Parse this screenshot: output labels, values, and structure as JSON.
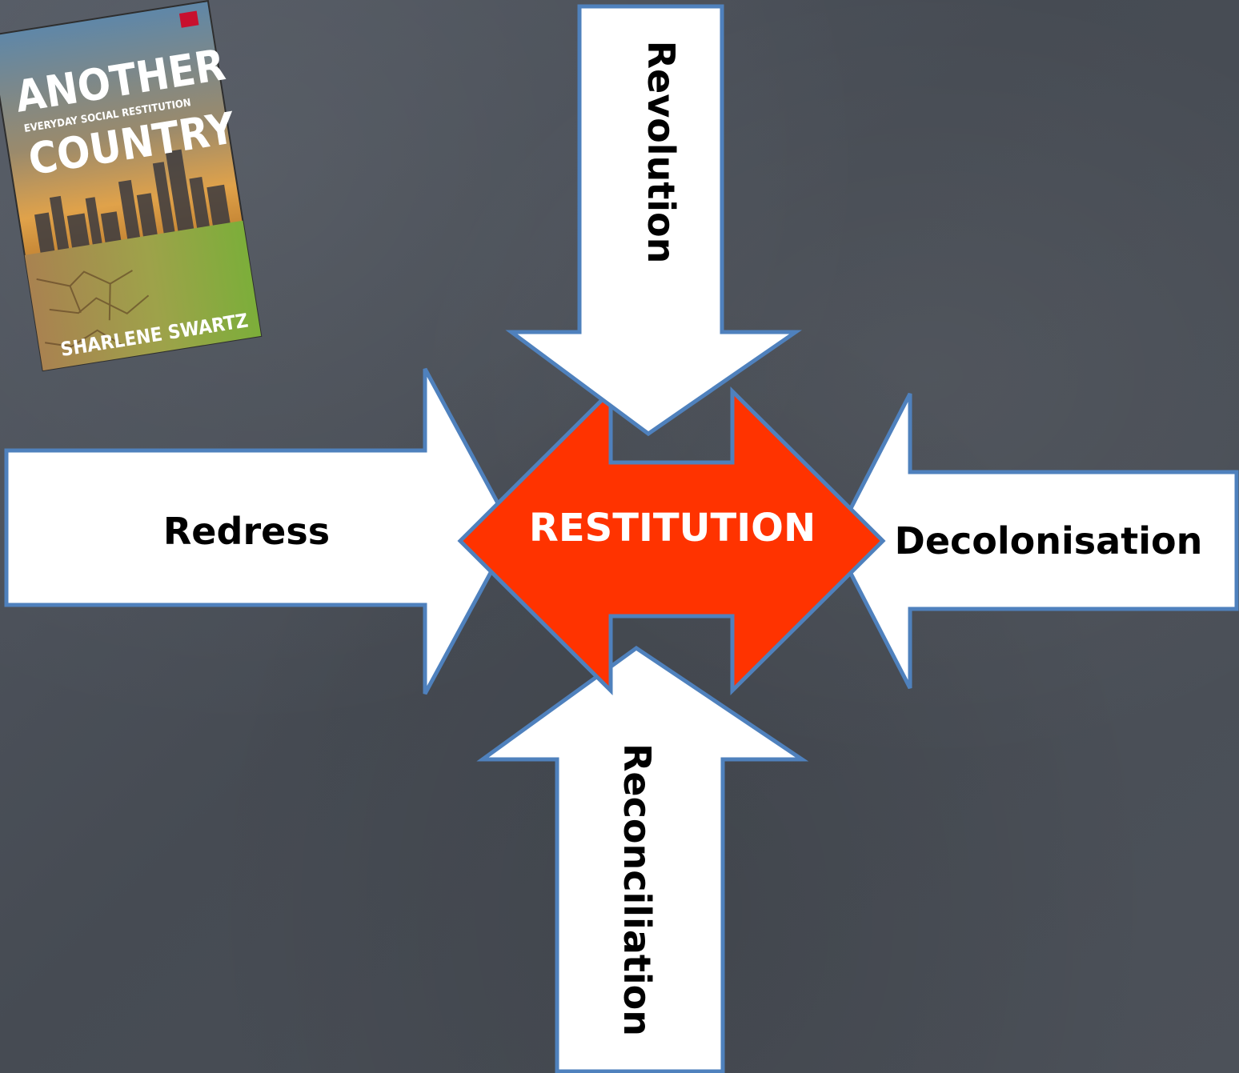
{
  "diagram": {
    "center": {
      "label": "RESTITUTION",
      "color": "#ff3300"
    },
    "arrows": {
      "top": "Revolution",
      "left": "Redress",
      "right": "Decolonisation",
      "bottom": "Reconciliation"
    },
    "arrow_fill": "#ffffff",
    "arrow_stroke": "#4f81bd"
  },
  "book_cover": {
    "title_line1": "ANOTHER",
    "subtitle": "EVERYDAY SOCIAL RESTITUTION",
    "title_line2": "COUNTRY",
    "author": "SHARLENE SWARTZ"
  }
}
